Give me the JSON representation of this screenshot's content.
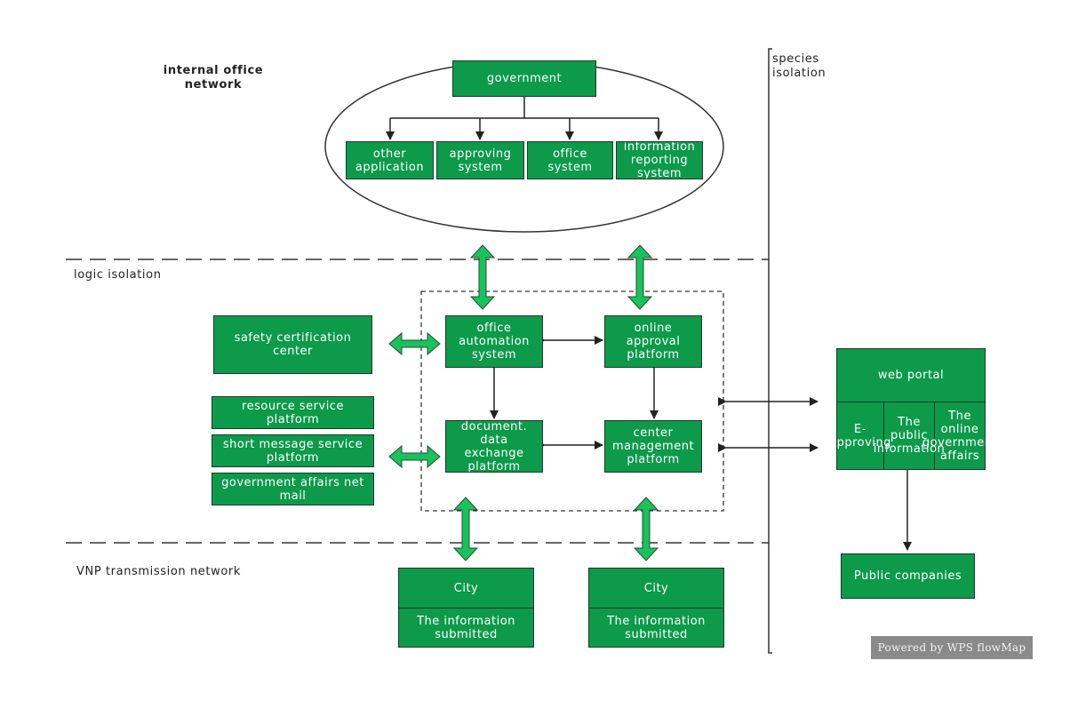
{
  "zones": {
    "internal_office_network": "internal office\nnetwork",
    "species_isolation": "species\nisolation",
    "logic_isolation": "logic  isolation",
    "vnp_transmission_network": "VNP  transmission  network"
  },
  "internal": {
    "government": "government",
    "other_application": "other\napplication",
    "approving_system": "approving\nsystem",
    "office_system": "office\nsystem",
    "information_reporting_system": "information\nreporting\nsystem"
  },
  "left_services": {
    "safety_certification_center": "safety  certification\ncenter",
    "resource_service_platform": "resource  service\nplatform",
    "short_message_service_platform": "short  message  service\nplatform",
    "government_affairs_net_mail": "government  affairs  net\nmail"
  },
  "core": {
    "office_automation_system": "office\nautomation\nsystem",
    "online_approval_platform": "online\napproval\nplatform",
    "document_data_exchange_platform": "document.\ndata\nexchange\nplatform",
    "center_management_platform": "center\nmanagement\nplatform"
  },
  "cities": [
    {
      "title": "City",
      "detail": "The  information\nsubmitted"
    },
    {
      "title": "City",
      "detail": "The  information\nsubmitted"
    }
  ],
  "portal": {
    "title": "web  portal",
    "cells": [
      "E-\napproving",
      "The\npublic\ninformation",
      "The\nonline\ngovernment\naffairs"
    ]
  },
  "public_companies": "Public  companies",
  "watermark": "Powered by WPS flowMap",
  "colors": {
    "box_fill": "#0d9a4a",
    "box_border": "#1f3a2a",
    "bidir_arrow": "#17c35a",
    "line": "#222222"
  }
}
